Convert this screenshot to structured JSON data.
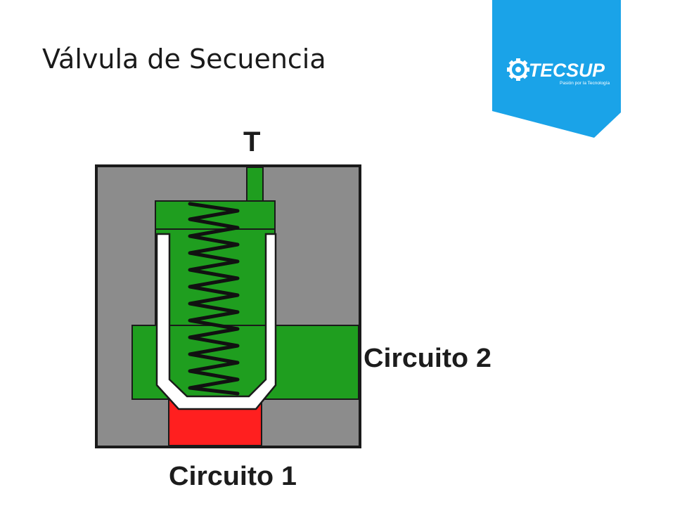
{
  "slide": {
    "title": "Válvula de Secuencia"
  },
  "logo": {
    "brand": "TECSUP",
    "tagline": "Pasión por la Tecnología",
    "banner_color": "#1aa3e8",
    "icon": "tecsup-gear-icon"
  },
  "diagram": {
    "tank_label": "T",
    "circuit2_label": "Circuito 2",
    "circuit1_label": "Circuito 1",
    "colors": {
      "body": "#8c8c8c",
      "outline": "#1a1a1a",
      "low_pressure": "#1f9e1f",
      "high_pressure": "#ff1f1f",
      "spool": "#ffffff",
      "spring": "#111111"
    }
  }
}
